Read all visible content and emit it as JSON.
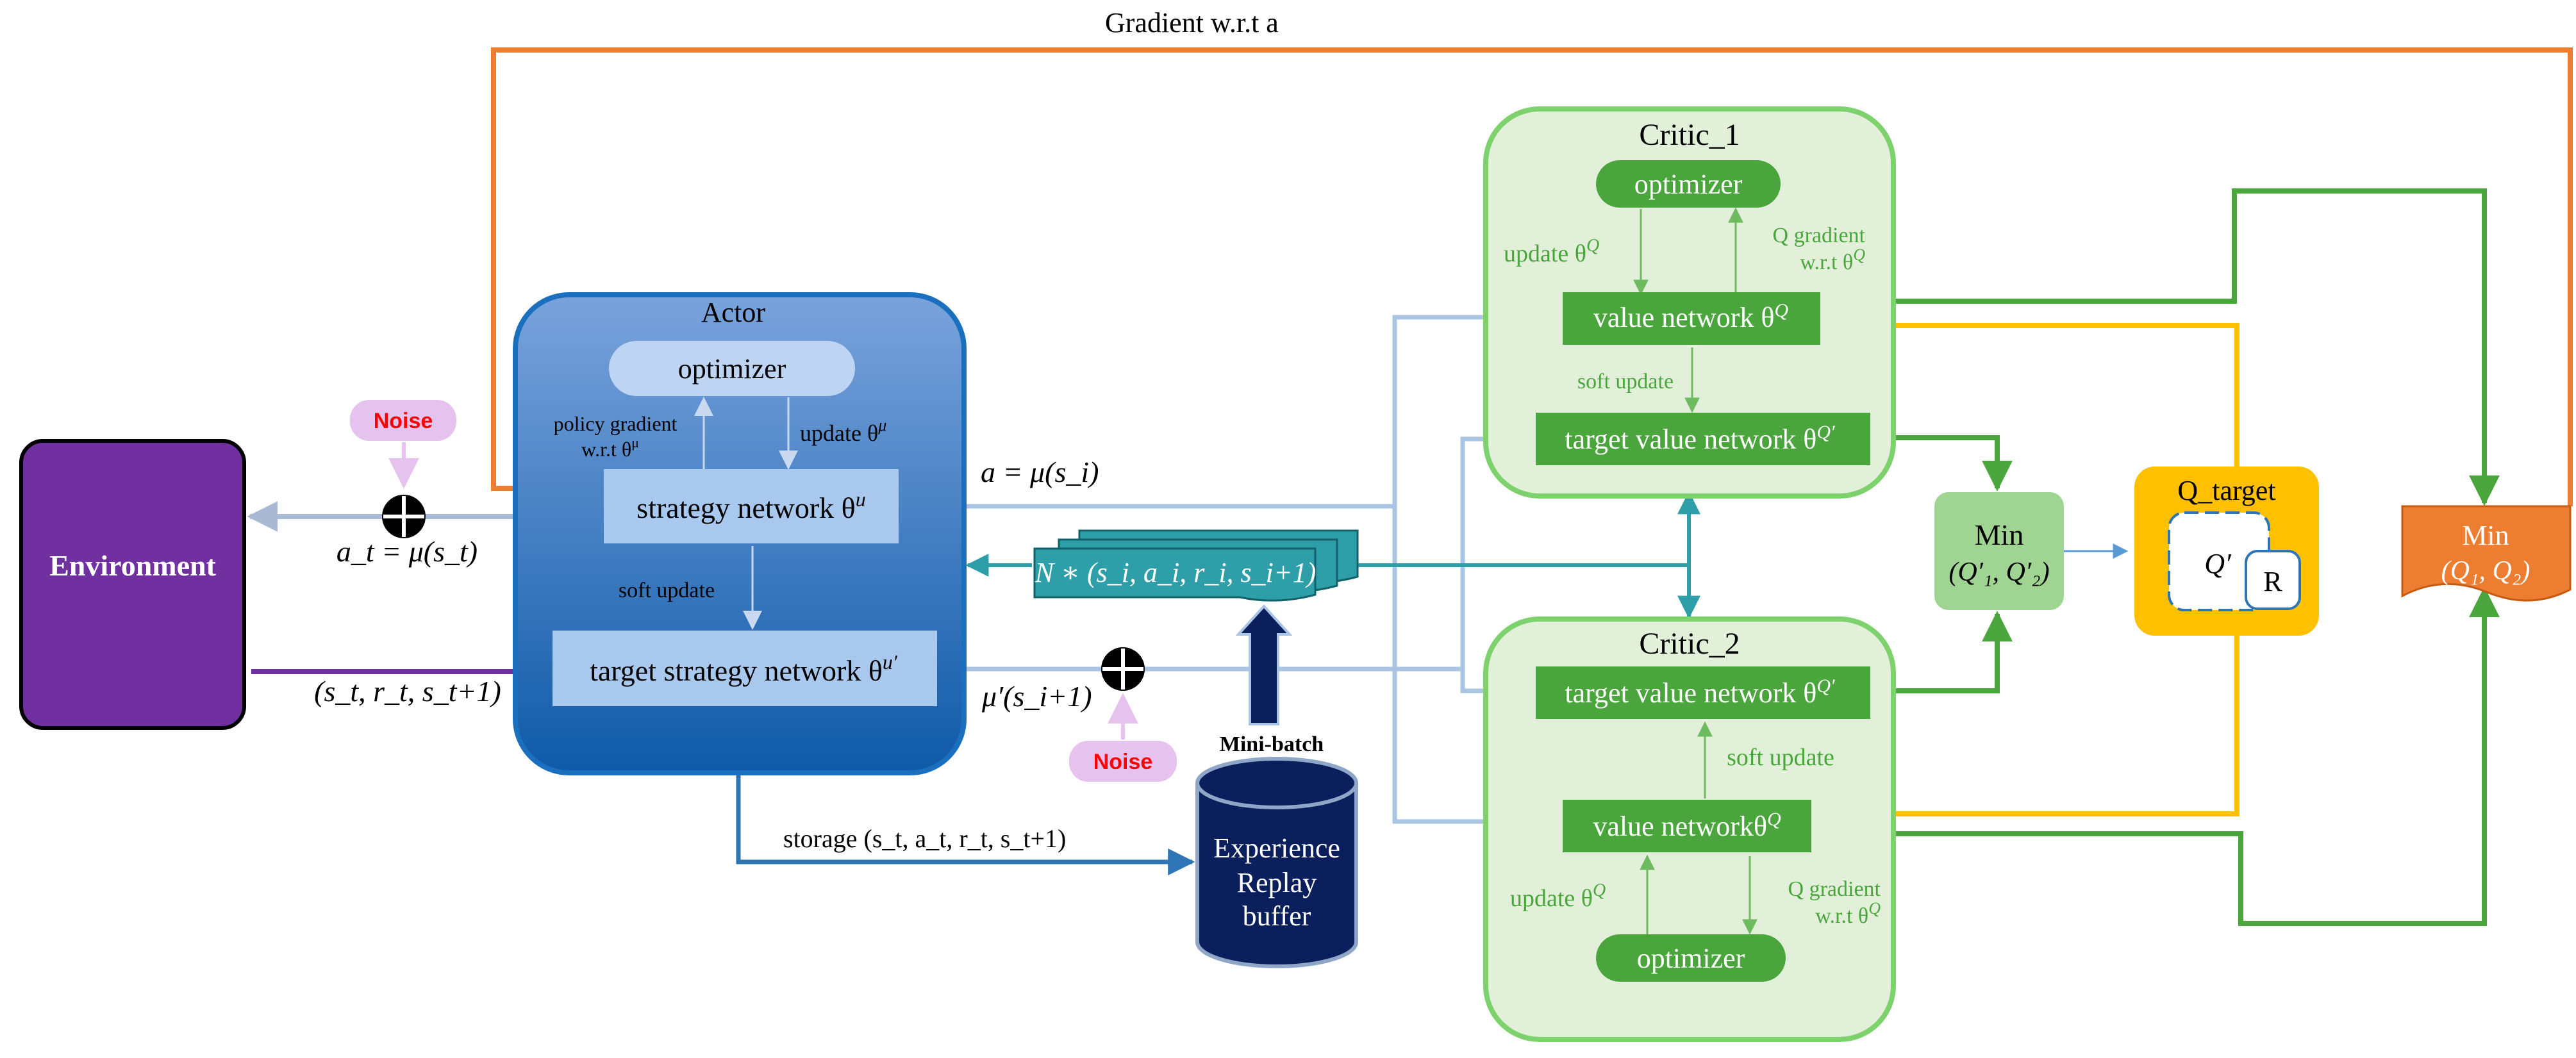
{
  "environment": {
    "label": "Environment"
  },
  "actor": {
    "title": "Actor",
    "optimizer": "optimizer",
    "policy_gradient_1": "policy gradient",
    "policy_gradient_2": "w.r.t θ",
    "policy_gradient_2_sup": "μ",
    "update_label": "update θ",
    "update_label_sup": "μ",
    "strategy_network": "strategy network θ",
    "strategy_network_sup": "u",
    "soft_update": "soft update",
    "target_strategy_network": "target strategy network θ",
    "target_strategy_network_sup": "u′"
  },
  "noise": {
    "top": "Noise",
    "bottom": "Noise"
  },
  "gradient_label": "Gradient  w.r.t a",
  "labels": {
    "action_env": "a_t = μ(s_t)",
    "state_tuple": "(s_t, r_t, s_t+1)",
    "action_i": "a = μ(s_i)",
    "mu_prime": "μ′(s_i+1)",
    "storage": "storage  (s_t, a_t, r_t, s_t+1)",
    "minibatch_sample": "N ∗ (s_i, a_i, r_i, s_i+1)",
    "minibatch": "Mini-batch"
  },
  "replay_buffer": {
    "line1": "Experience",
    "line2": "Replay",
    "line3": "buffer"
  },
  "critic1": {
    "title": "Critic_1",
    "optimizer": "optimizer",
    "update_label": "update θ",
    "update_label_sup": "Q",
    "q_gradient_1": "Q gradient",
    "q_gradient_2": "w.r.t θ",
    "q_gradient_2_sup": "Q",
    "value_network": "value network θ",
    "value_network_sup": "Q",
    "soft_update": "soft update",
    "target_value_network": "target value network θ",
    "target_value_network_sup": "Q′"
  },
  "critic2": {
    "title": "Critic_2",
    "target_value_network": "target value network θ",
    "target_value_network_sup": "Q′",
    "soft_update": "soft update",
    "value_network": "value networkθ",
    "value_network_sup": "Q",
    "update_label": "update θ",
    "update_label_sup": "Q",
    "q_gradient_1": "Q gradient",
    "q_gradient_2": "w.r.t θ",
    "q_gradient_2_sup": "Q",
    "optimizer": "optimizer"
  },
  "min_target": {
    "line1": "Min",
    "line2": "(Q′₁, Q′₂)"
  },
  "q_target": {
    "title": "Q_target",
    "q_prime": "Q′",
    "r": "R"
  },
  "min_q": {
    "line1": "Min",
    "line2": "(Q₁, Q₂)"
  },
  "colors": {
    "orange": "#ed7d31",
    "purple": "#7030a0",
    "actor_blue": "#2e75b6",
    "navy": "#0b1f5c",
    "teal": "#2e9fa8",
    "critic_green": "#4aa63c",
    "critic_bg": "#e2f0d9",
    "yellow": "#ffc000",
    "light_blue_line": "#a9c4e4",
    "noise_pink": "#e6c3ee",
    "noise_red": "#ff0000"
  }
}
